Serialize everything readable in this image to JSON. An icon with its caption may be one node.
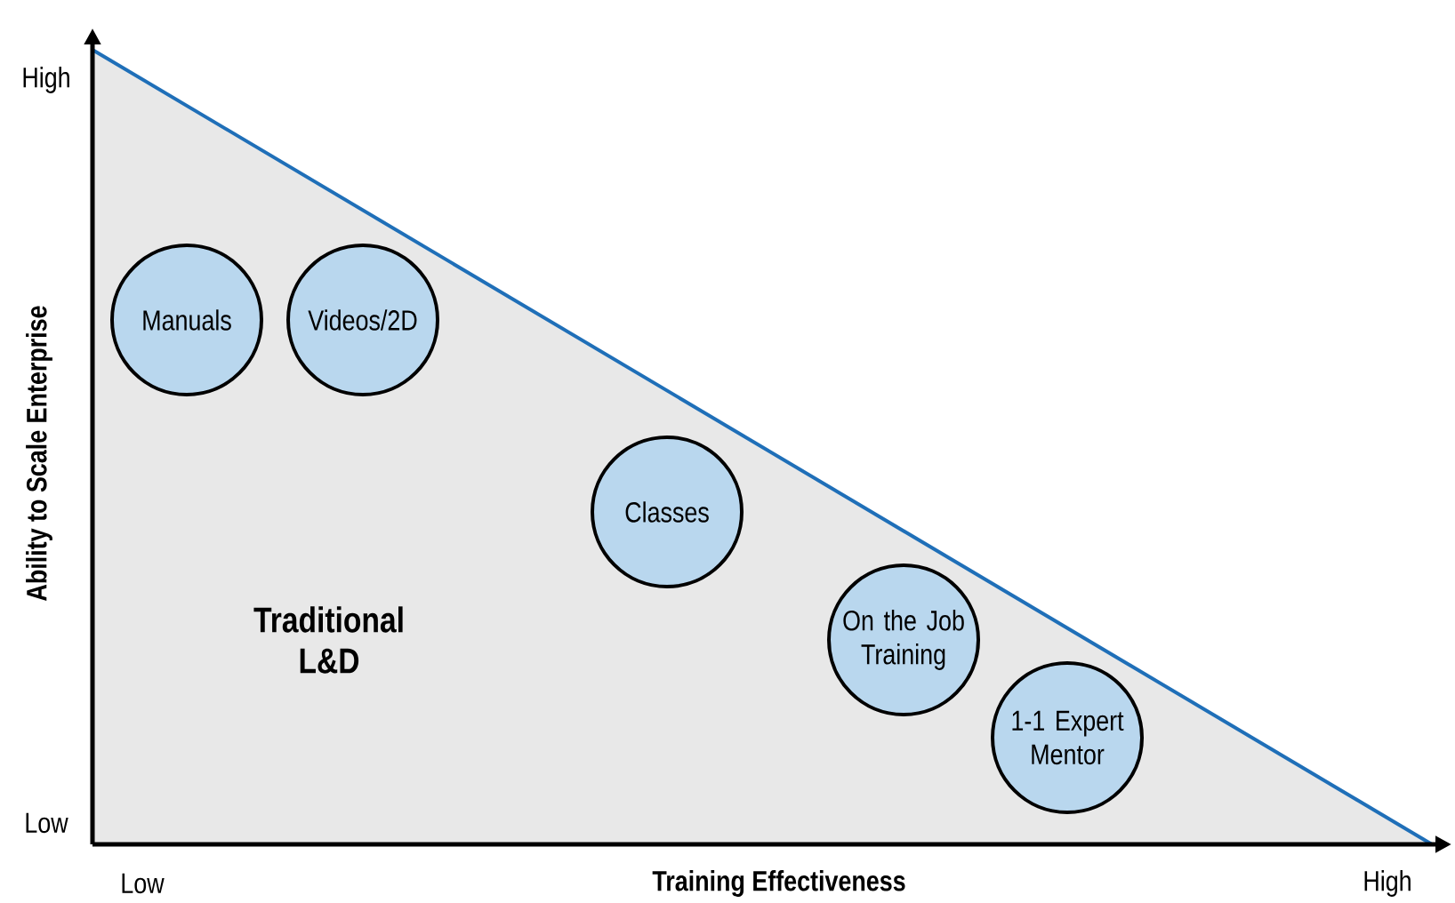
{
  "diagram": {
    "nodes": [
      {
        "text": [
          "Manuals"
        ]
      },
      {
        "text": [
          "Videos/2D"
        ]
      },
      {
        "text": [
          "Classes"
        ]
      },
      {
        "text": [
          "On the Job Training"
        ]
      },
      {
        "text": [
          "1-1 Expert Mentor"
        ]
      }
    ],
    "labels": [
      "High",
      "Ability to Scale Enterprise",
      "Traditional L&D",
      "Low",
      "Low",
      "Training Effectiveness",
      "High"
    ]
  }
}
